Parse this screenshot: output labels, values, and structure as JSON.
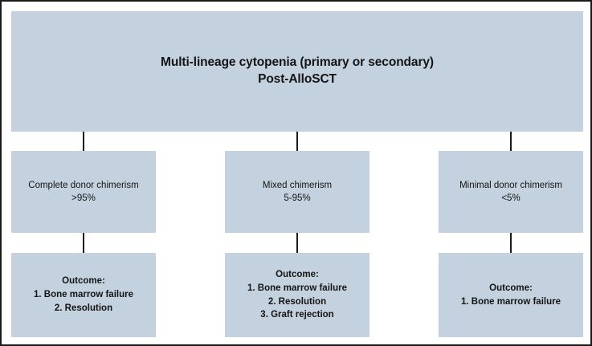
{
  "figure": {
    "title": "Multi-lineage cytopenia (primary or secondary) Post-AlloSCT flowchart",
    "colors": {
      "node_fill": "#c3d2de",
      "text": "#141414",
      "connector": "#1a1a1a",
      "frame_border": "#1a1a1a",
      "background": "#ffffff"
    }
  },
  "root": {
    "label": "Multi-lineage cytopenia (primary or secondary)\nPost-AlloSCT",
    "line_1": "Multi-lineage cytopenia (primary or secondary)",
    "line_2": "Post-AlloSCT"
  },
  "branches": [
    {
      "id": "complete-donor-chimerism",
      "condition": {
        "label": "Complete donor chimerism\n>95%",
        "name": "Complete donor chimerism",
        "value": ">95%"
      },
      "outcome": {
        "label": "Outcome:\n1. Bone marrow failure\n2. Resolution",
        "heading": "Outcome:",
        "items": [
          "1. Bone marrow failure",
          "2. Resolution"
        ]
      }
    },
    {
      "id": "mixed-chimerism",
      "condition": {
        "label": "Mixed chimerism\n5-95%",
        "name": "Mixed chimerism",
        "value": "5-95%"
      },
      "outcome": {
        "label": "Outcome:\n1. Bone marrow failure\n2. Resolution\n3. Graft rejection",
        "heading": "Outcome:",
        "items": [
          "1. Bone marrow failure",
          "2. Resolution",
          "3. Graft rejection"
        ]
      }
    },
    {
      "id": "minimal-donor-chimerism",
      "condition": {
        "label": "Minimal donor chimerism\n<5%",
        "name": "Minimal donor chimerism",
        "value": "<5%"
      },
      "outcome": {
        "label": "Outcome:\n1. Bone marrow failure",
        "heading": "Outcome:",
        "items": [
          "1. Bone marrow failure"
        ]
      }
    }
  ]
}
